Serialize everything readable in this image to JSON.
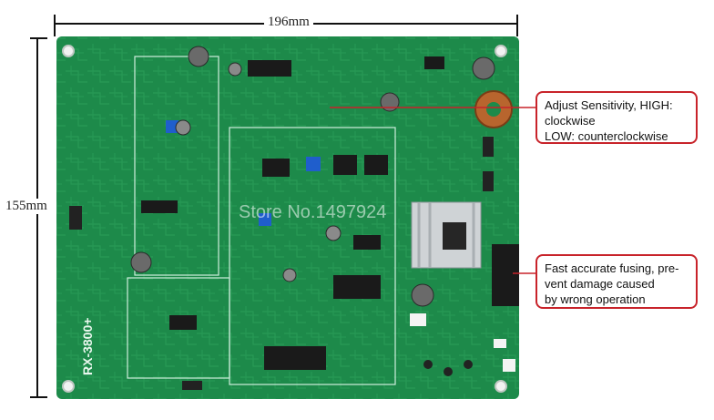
{
  "dimensions": {
    "width_label": "196mm",
    "height_label": "155mm"
  },
  "board": {
    "model_label": "RX-3800+",
    "watermark": "Store No.1497924",
    "color": "#1d8a4a"
  },
  "callouts": {
    "sensitivity": {
      "line1": "Adjust Sensitivity, HIGH:",
      "line2": "clockwise",
      "line3": "LOW: counterclockwise"
    },
    "fusing": {
      "line1": "Fast accurate fusing, pre-",
      "line2": "vent damage caused",
      "line3": "by wrong operation"
    }
  },
  "colors": {
    "callout_border": "#c8232a",
    "dimension_line": "#111111"
  }
}
